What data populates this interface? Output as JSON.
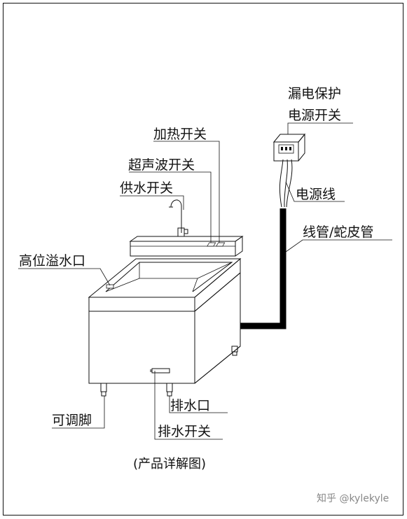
{
  "labels": {
    "leakage_switch_line1": "漏电保护",
    "leakage_switch_line2": "电源开关",
    "heating_switch": "加热开关",
    "ultrasonic_switch": "超声波开关",
    "water_supply_switch": "供水开关",
    "power_cord": "电源线",
    "conduit": "线管/蛇皮管",
    "overflow_outlet": "高位溢水口",
    "adjustable_feet": "可调脚",
    "drain_outlet": "排水口",
    "drain_switch": "排水开关"
  },
  "caption": "(产品详解图)",
  "watermark": "知乎 @kylekyle"
}
